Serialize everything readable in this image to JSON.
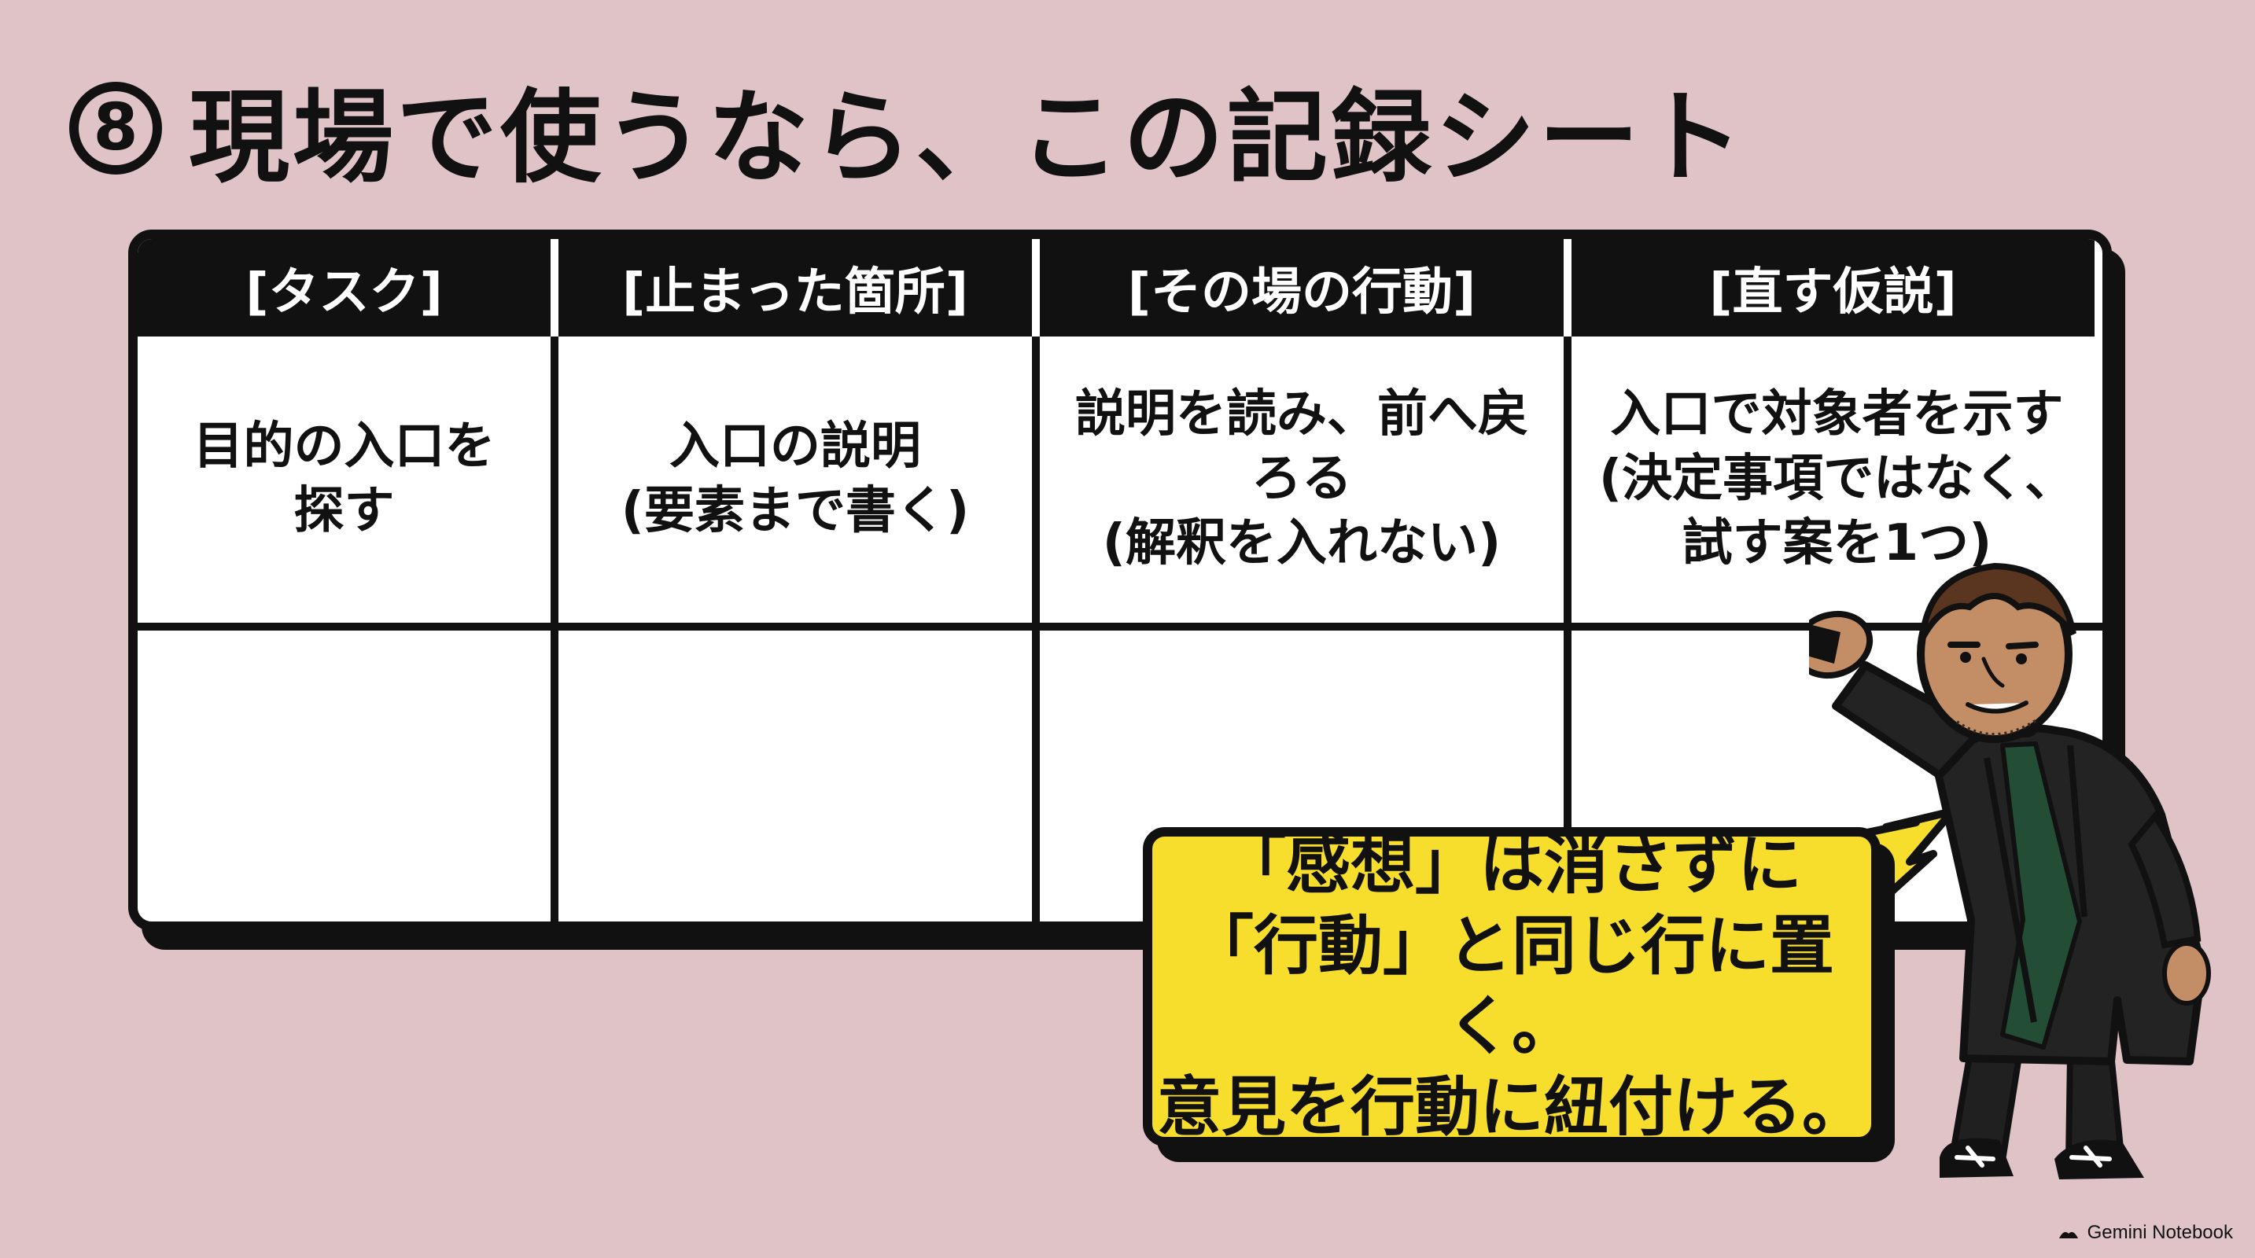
{
  "header": {
    "badge": "8",
    "title": "現場で使うなら、この記録シート"
  },
  "sheet": {
    "columns": [
      "[タスク]",
      "[止まった箇所]",
      "[その場の行動]",
      "[直す仮説]"
    ],
    "row1": [
      "目的の入口を\n探す",
      "入口の説明\n(要素まで書く)",
      "説明を読み、前へ戻\nろる\n(解釈を入れない)",
      "入口で対象者を示す\n(決定事項ではなく、\n試す案を1つ)"
    ]
  },
  "speech": {
    "text": "「感想」は消さずに\n「行動」と同じ行に置く。\n意見を行動に紐付ける。"
  },
  "footer": {
    "credit": "Gemini Notebook"
  },
  "icons": {
    "credit": "notebook-icon"
  },
  "colors": {
    "background": "#dfc3c7",
    "ink": "#111111",
    "highlight": "#f7dd2c"
  }
}
